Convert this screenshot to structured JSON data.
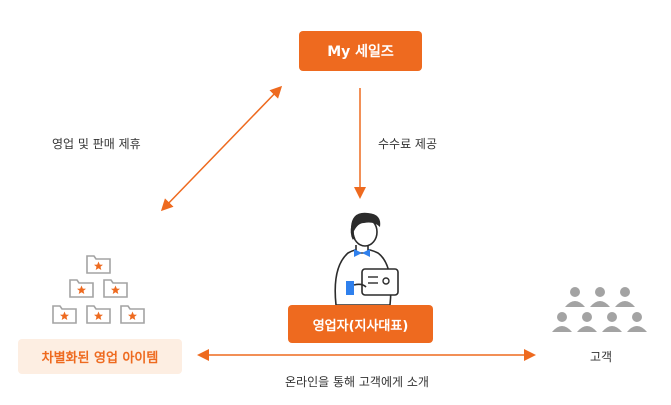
{
  "top_box": {
    "label": "My 세일즈"
  },
  "left_link_label": "영업 및 판매 제휴",
  "fee_label": "수수료 제공",
  "salesperson_box": {
    "label": "영업자(지사대표)"
  },
  "items_box": {
    "label": "차별화된 영업 아이템"
  },
  "customer_label": "고객",
  "bottom_label": "온라인을 통해 고객에게 소개",
  "colors": {
    "accent": "#ee6a1f",
    "peach": "#fdeee2",
    "gray_icon": "#a3a3a3",
    "person_blue": "#2f80ed",
    "hair": "#2b2b2b"
  },
  "icons": {
    "folder_stack": "folder-star-icon",
    "person": "salesperson-with-tablet-icon",
    "customers": "customer-group-icon"
  }
}
